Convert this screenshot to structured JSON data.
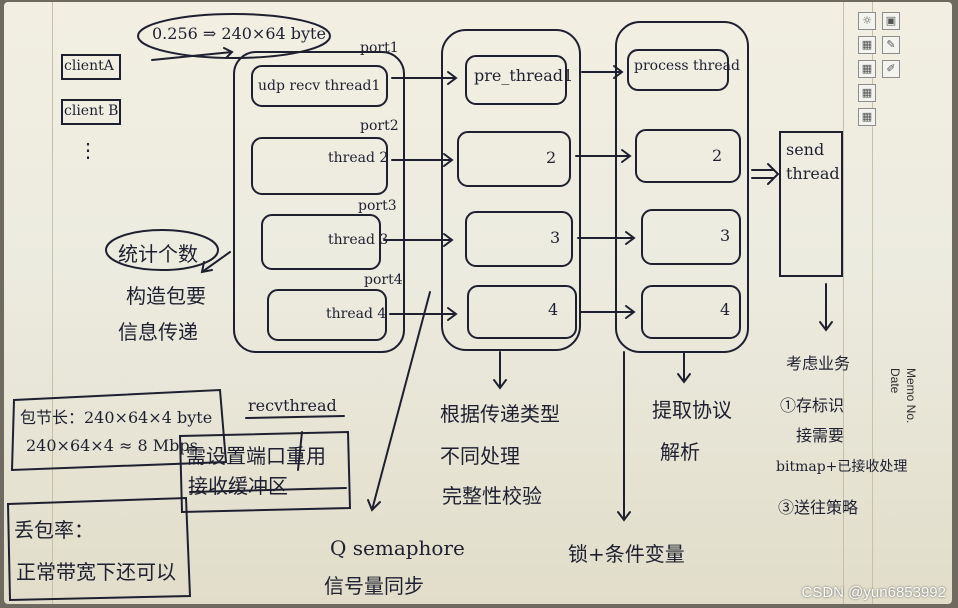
{
  "left_column": {
    "client_a": "clientA",
    "client_b": "client B",
    "dots": "⋮"
  },
  "header_bubble": "0.256 ⇒ 240×64 byte",
  "port_labels": [
    "port1",
    "port2",
    "port3",
    "port4"
  ],
  "recv_threads": [
    "udp recv thread1",
    "thread 2",
    "thread 3",
    "thread 4"
  ],
  "pre_threads": [
    "pre_thread1",
    "2",
    "3",
    "4"
  ],
  "process_threads": [
    "process thread",
    "2",
    "3",
    "4"
  ],
  "send_thread": [
    "send",
    "thread"
  ],
  "stats": {
    "title": "统计个数",
    "line1": "构造包要",
    "line2": "信息传递"
  },
  "packet_info": {
    "line1": "包节长：240×64×4 byte",
    "line2": "240×64×4 ≈ 8 Mbps"
  },
  "recvthread_note": {
    "title": "recvthread",
    "line1": "需设置端口重用",
    "line2": "接收缓冲区"
  },
  "loss_note": {
    "line1": "丢包率：",
    "line2": "正常带宽下还可以"
  },
  "qsemaphore": {
    "line1": "Q semaphore",
    "line2": "信号量同步"
  },
  "pre_note": {
    "line1": "根据传递类型",
    "line2": "不同处理",
    "line3": "完整性校验"
  },
  "lock_note": "锁+条件变量",
  "process_note": {
    "line1": "提取协议",
    "line2": "解析"
  },
  "business_note": {
    "title": "考虑业务",
    "item1": "①存标识",
    "item1b": "接需要",
    "item2": "bitmap+已接收处理",
    "item3": "③送往策略"
  },
  "memo_label": "Memo No.",
  "date_label": "Date",
  "watermark": "CSDN @yun6853992",
  "colors": {
    "ink": "#1e2030",
    "paper": "#eeebdd",
    "ruled_line": "#c7c0a8"
  }
}
